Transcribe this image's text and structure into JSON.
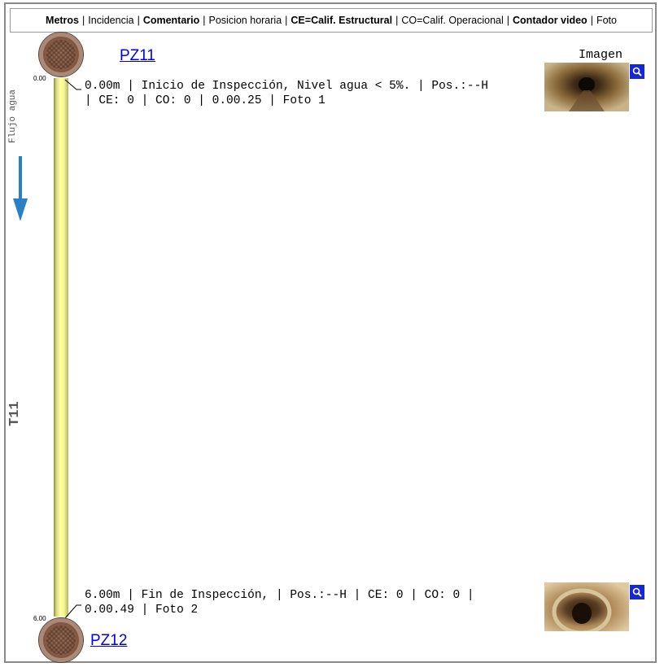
{
  "legend": {
    "metros": "Metros",
    "incidencia": "Incidencia",
    "comentario": "Comentario",
    "posicion": "Posicion horaria",
    "ce": "CE=Calif. Estructural",
    "co": "CO=Calif. Operacional",
    "contador": "Contador video",
    "foto": "Foto",
    "separator": "|"
  },
  "flow_label": "Flujo agua",
  "segment_label": "T11",
  "image_column_label": "Imagen",
  "start": {
    "manhole": "PZ11",
    "distance": "0.00",
    "observation_line1": "0.00m | Inicio de Inspección, Nivel agua < 5%. | Pos.:--H",
    "observation_line2": "| CE: 0 | CO: 0 | 0.00.25 | Foto 1"
  },
  "end": {
    "manhole": "PZ12",
    "distance": "6.00",
    "observation_line1": "6.00m | Fin de Inspección, | Pos.:--H | CE: 0 | CO: 0 |",
    "observation_line2": "0.00.49 | Foto 2"
  },
  "colors": {
    "pipe": "#ffff9a",
    "link": "#0000ee",
    "arrow": "#2a80c8",
    "zoom_button": "#1428d8"
  },
  "icons": {
    "flow_arrow": "arrow-down-icon",
    "zoom": "magnifier-icon"
  }
}
